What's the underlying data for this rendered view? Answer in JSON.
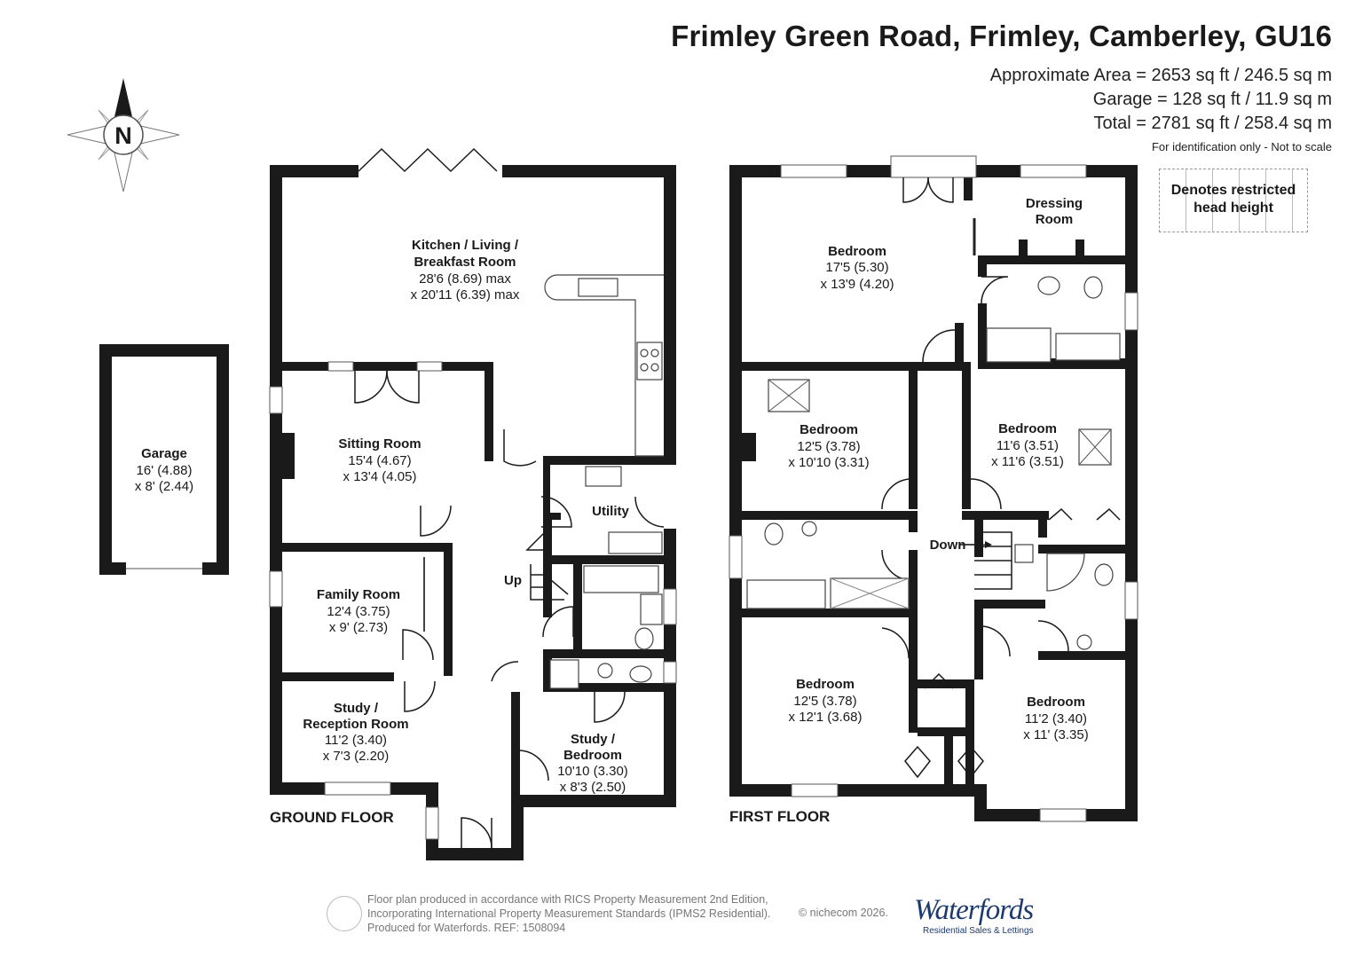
{
  "header": {
    "title": "Frimley Green Road, Frimley, Camberley, GU16",
    "area_line": "Approximate Area = 2653 sq ft / 246.5 sq m",
    "garage_line": "Garage = 128 sq ft / 11.9 sq m",
    "total_line": "Total = 2781 sq ft / 258.4 sq m",
    "note": "For identification only - Not to scale"
  },
  "legend": {
    "line1": "Denotes restricted",
    "line2": "head height"
  },
  "compass": {
    "label": "N"
  },
  "floors": {
    "ground": "GROUND FLOOR",
    "first": "FIRST FLOOR"
  },
  "rooms": {
    "garage": [
      "Garage",
      "16' (4.88)",
      "x 8' (2.44)"
    ],
    "kitchen": [
      "Kitchen / Living /",
      "Breakfast Room",
      "28'6 (8.69) max",
      "x 20'11 (6.39) max"
    ],
    "sitting": [
      "Sitting Room",
      "15'4 (4.67)",
      "x 13'4 (4.05)"
    ],
    "utility": [
      "Utility"
    ],
    "family": [
      "Family Room",
      "12'4 (3.75)",
      "x 9' (2.73)"
    ],
    "study_reception": [
      "Study /",
      "Reception Room",
      "11'2 (3.40)",
      "x 7'3 (2.20)"
    ],
    "study_bedroom": [
      "Study /",
      "Bedroom",
      "10'10 (3.30)",
      "x 8'3 (2.50)"
    ],
    "up": [
      "Up"
    ],
    "bed1": [
      "Bedroom",
      "17'5 (5.30)",
      "x 13'9 (4.20)"
    ],
    "dressing": [
      "Dressing",
      "Room"
    ],
    "bed2": [
      "Bedroom",
      "12'5 (3.78)",
      "x 10'10 (3.31)"
    ],
    "bed3": [
      "Bedroom",
      "11'6 (3.51)",
      "x 11'6 (3.51)"
    ],
    "down": [
      "Down"
    ],
    "bed4": [
      "Bedroom",
      "12'5 (3.78)",
      "x 12'1 (3.68)"
    ],
    "bed5": [
      "Bedroom",
      "11'2 (3.40)",
      "x 11' (3.35)"
    ]
  },
  "footer": {
    "line1": "Floor plan produced in accordance with RICS Property Measurement 2nd Edition,",
    "line2": "Incorporating International Property Measurement Standards (IPMS2 Residential).",
    "line3": "Produced for Waterfords.   REF:  1508094",
    "copyright": "© nichecom 2026.",
    "brand": "Waterfords",
    "brand_sub": "Residential Sales & Lettings"
  },
  "colors": {
    "wall": "#1a1a1a",
    "brand": "#1d3a6e"
  }
}
